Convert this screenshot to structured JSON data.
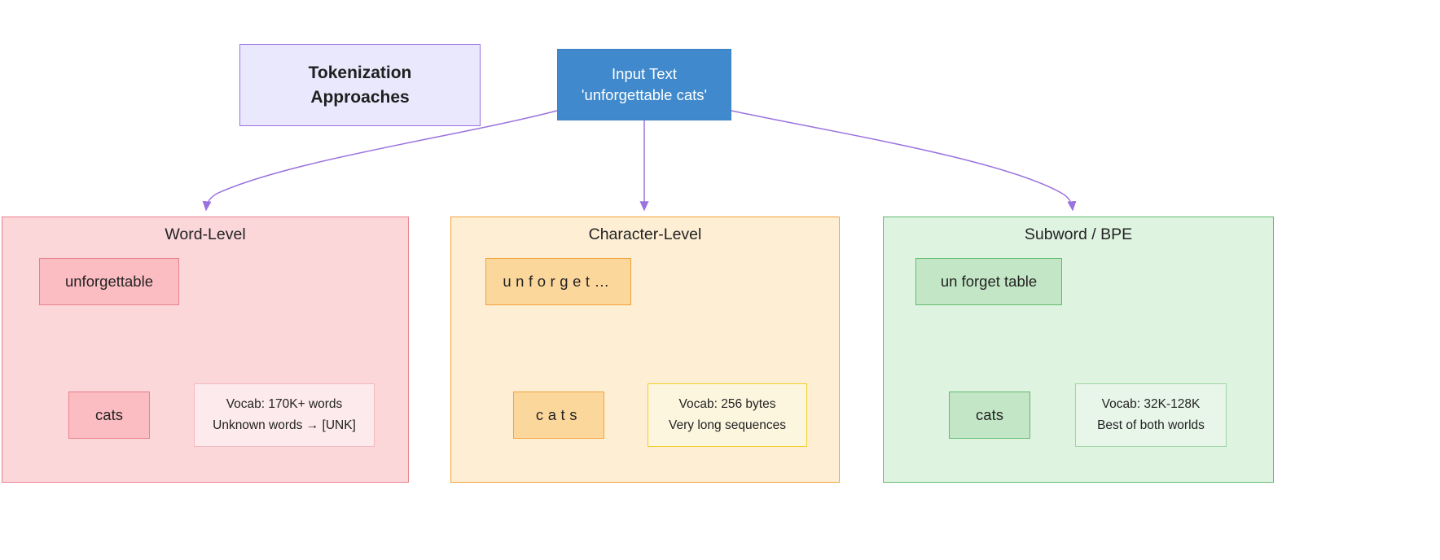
{
  "diagram": {
    "type": "flowchart",
    "title": "Tokenization Approaches",
    "colors": {
      "legend_fill": "#e9e8fd",
      "legend_stroke": "#9d72e0",
      "input_fill": "#4089cc",
      "input_text": "#ffffff",
      "edge_stroke": "#9b73de",
      "word_panel_fill": "#fbd7da",
      "word_panel_stroke": "#e8818c",
      "word_token_fill": "#fbbcc2",
      "word_note_fill": "#fdeaec",
      "char_panel_fill": "#fdeed4",
      "char_panel_stroke": "#f2a33c",
      "char_token_fill": "#fcd79c",
      "char_note_fill": "#fdf6df",
      "char_note_stroke": "#f2cf29",
      "sub_panel_fill": "#dff3e1",
      "sub_panel_stroke": "#62bb6e",
      "sub_token_fill": "#c3e6c6",
      "sub_note_fill": "#e8f6ea"
    }
  },
  "legend": {
    "line1": "Tokenization",
    "line2": "Approaches"
  },
  "input": {
    "line1": "Input Text",
    "line2": "'unforgettable cats'"
  },
  "panels": [
    {
      "id": "word-level",
      "title": "Word-Level",
      "tokens": [
        {
          "label": "unforgettable"
        },
        {
          "label": "cats"
        }
      ],
      "note": {
        "line1": "Vocab: 170K+ words",
        "line2": "Unknown words → [UNK]"
      }
    },
    {
      "id": "character-level",
      "title": "Character-Level",
      "tokens": [
        {
          "label": "unforget…"
        },
        {
          "label": "cats"
        }
      ],
      "note": {
        "line1": "Vocab: 256 bytes",
        "line2": "Very long sequences"
      }
    },
    {
      "id": "subword-bpe",
      "title": "Subword / BPE",
      "tokens": [
        {
          "label": "un forget table"
        },
        {
          "label": "cats"
        }
      ],
      "note": {
        "line1": "Vocab: 32K-128K",
        "line2": "Best of both worlds"
      }
    }
  ]
}
